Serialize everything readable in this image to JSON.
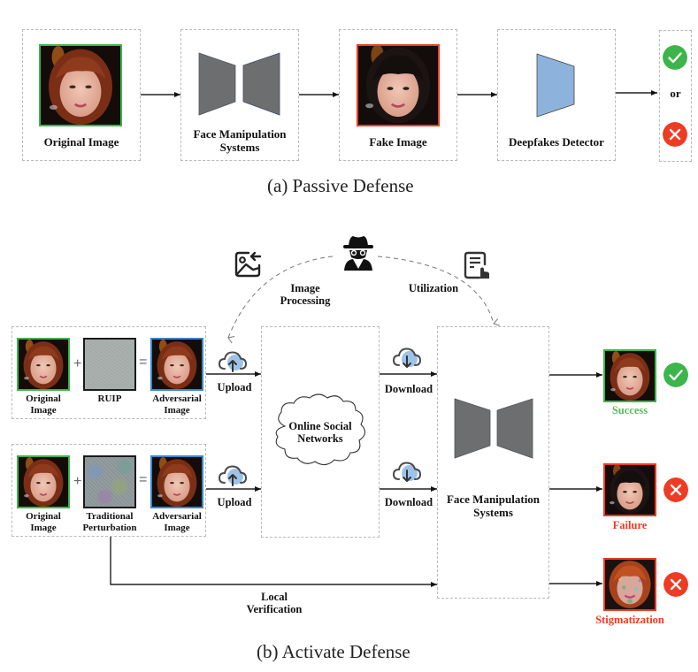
{
  "colors": {
    "original_border": "#3cb54a",
    "fake_border": "#ee3b24",
    "adversarial_border": "#3a86d0",
    "success_text": "#5cb85c",
    "failure_text": "#ee3b24",
    "check_fill": "#3cb54a",
    "cross_fill": "#ee3b24",
    "manipulation_block": "#6d6e70",
    "detector_block": "#8db3dc",
    "cloud_accent": "#9ec3e8"
  },
  "passive": {
    "caption": "(a) Passive Defense",
    "original_label": "Original Image",
    "manipulation_label_line1": "Face Manipulation",
    "manipulation_label_line2": "Systems",
    "fake_label": "Fake Image",
    "detector_label": "Deepfakes Detector",
    "or_label": "or",
    "icons": {
      "check": "check-circle-icon",
      "cross": "cross-circle-icon"
    }
  },
  "active": {
    "caption": "(b) Activate Defense",
    "attacker_icon": "spy-icon",
    "image_processing_icon": "image-import-icon",
    "utilization_icon": "document-click-icon",
    "image_processing_line1": "Image",
    "image_processing_line2": "Processing",
    "utilization_label": "Utilization",
    "row1": {
      "original_line1": "Original",
      "original_line2": "Image",
      "plus": "+",
      "perturbation_label": "RUIP",
      "equals": "=",
      "adversarial_line1": "Adversarial",
      "adversarial_line2": "Image",
      "upload_label": "Upload",
      "download_label": "Download"
    },
    "row2": {
      "original_line1": "Original",
      "original_line2": "Image",
      "plus": "+",
      "perturbation_line1": "Traditional",
      "perturbation_line2": "Perturbation",
      "equals": "=",
      "adversarial_line1": "Adversarial",
      "adversarial_line2": "Image",
      "upload_label": "Upload",
      "download_label": "Download"
    },
    "osn_line1": "Online Social",
    "osn_line2": "Networks",
    "manipulation_line1": "Face Manipulation",
    "manipulation_line2": "Systems",
    "local_line1": "Local",
    "local_line2": "Verification",
    "outcomes": [
      {
        "label": "Success",
        "status": "check"
      },
      {
        "label": "Failure",
        "status": "cross"
      },
      {
        "label": "Stigmatization",
        "status": "cross"
      }
    ]
  }
}
